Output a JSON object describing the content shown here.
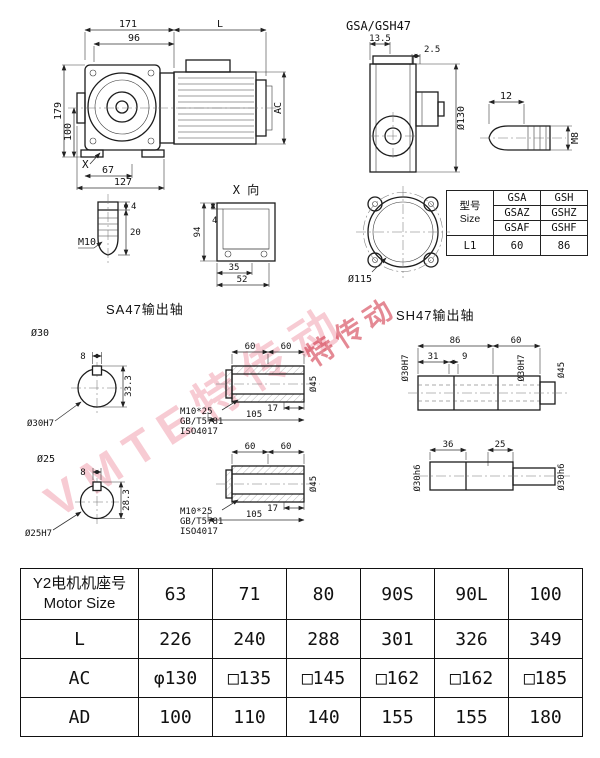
{
  "watermarks": {
    "wm1": "VMTE特传动",
    "wm2": "特传动"
  },
  "main_view": {
    "d171": "171",
    "dL": "L",
    "d96": "96",
    "d179": "179",
    "d100": "100",
    "dX": "X",
    "d67": "67",
    "d127": "127",
    "dAC": "AC"
  },
  "side_view": {
    "title": "GSA/GSH47",
    "d135": "13.5",
    "d25": "2.5",
    "d130": "Ø130"
  },
  "pin_detail": {
    "d12": "12",
    "m8": "M8"
  },
  "spec_table": {
    "type_label": "型号",
    "size_label": "Size",
    "rows": [
      [
        "GSA",
        "GSH"
      ],
      [
        "GSAZ",
        "GSHZ"
      ],
      [
        "GSAF",
        "GSHF"
      ]
    ],
    "l1_label": "L1",
    "l1_a": "60",
    "l1_b": "86"
  },
  "m10_detail": {
    "label": "M10",
    "d4": "4",
    "d20": "20"
  },
  "x_view": {
    "title": "X 向",
    "d94": "94",
    "d4": "4",
    "d35": "35",
    "d52": "52"
  },
  "flange_view": {
    "d115": "Ø115"
  },
  "sa47": {
    "title": "SA47输出轴",
    "d30": "Ø30",
    "d30h7": "Ø30H7",
    "k8a": "8",
    "h333": "33.3",
    "d25": "Ø25",
    "d25h7": "Ø25H7",
    "k8b": "8",
    "h283": "28.3",
    "s1": {
      "d60a": "60",
      "d60b": "60",
      "bolt": "M10*25",
      "std1": "GB/T5781",
      "std2": "ISO4017",
      "d17": "17",
      "d105": "105",
      "d45": "Ø45"
    },
    "s2": {
      "d60a": "60",
      "d60b": "60",
      "bolt": "M10*25",
      "std1": "GB/T5781",
      "std2": "ISO4017",
      "d17": "17",
      "d105": "105",
      "d45": "Ø45"
    }
  },
  "sh47": {
    "title": "SH47输出轴",
    "d86": "86",
    "d60": "60",
    "d31": "31",
    "d9": "9",
    "d30h7a": "Ø30H7",
    "d30h7b": "Ø30H7",
    "d45": "Ø45",
    "d36": "36",
    "d25": "25",
    "d30h6a": "Ø30h6",
    "d30h6b": "Ø30h6"
  },
  "motor_table": {
    "header": {
      "line1": "Y2电机机座号",
      "line2": "Motor Size"
    },
    "sizes": [
      "63",
      "71",
      "80",
      "90S",
      "90L",
      "100"
    ],
    "rows": [
      {
        "label": "L",
        "values": [
          "226",
          "240",
          "288",
          "301",
          "326",
          "349"
        ]
      },
      {
        "label": "AC",
        "values": [
          "φ130",
          "□135",
          "□145",
          "□162",
          "□162",
          "□185"
        ]
      },
      {
        "label": "AD",
        "values": [
          "100",
          "110",
          "140",
          "155",
          "155",
          "180"
        ]
      }
    ]
  }
}
